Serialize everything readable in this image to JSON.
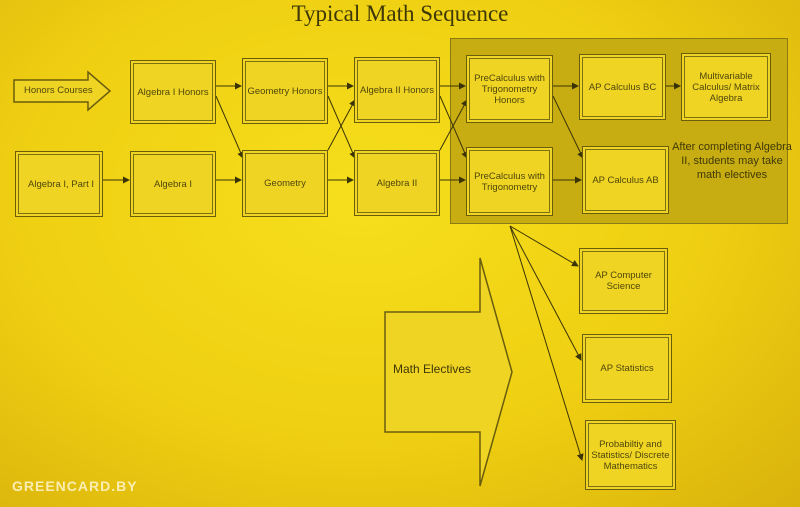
{
  "title": "Typical Math Sequence",
  "honors_label": "Honors Courses",
  "courses": {
    "alg1_part1": "Algebra I, Part I",
    "alg1_honors": "Algebra I Honors",
    "geometry_honors": "Geometry Honors",
    "alg2_honors": "Algebra II Honors",
    "precalc_honors": "PreCalculus with Trigonometry Honors",
    "ap_calc_bc": "AP Calculus BC",
    "multivariable": "Multivariable Calculus/ Matrix Algebra",
    "alg1": "Algebra I",
    "geometry": "Geometry",
    "alg2": "Algebra II",
    "precalc": "PreCalculus with Trigonometry",
    "ap_calc_ab": "AP Calculus AB",
    "ap_cs": "AP Computer Science",
    "ap_stats": "AP Statistics",
    "prob_stats": "Probabiltiy and Statistics/ Discrete Mathematics"
  },
  "panel_note": "After completing Algebra II, students may take math electives",
  "electives_label": "Math Electives",
  "watermark": "GREENCARD.BY",
  "colors": {
    "paper": "#f0d424",
    "panel": "#c8ad12",
    "ink": "#4f470a"
  }
}
